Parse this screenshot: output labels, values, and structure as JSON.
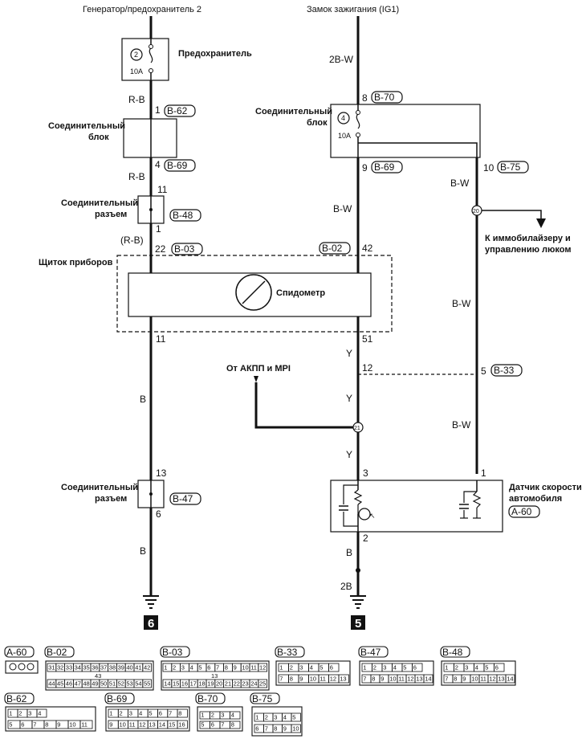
{
  "sources": {
    "left": "Генератор/предохранитель 2",
    "right": "Замок зажигания (IG1)"
  },
  "fuse_left": {
    "num": "2",
    "rating": "10A",
    "label": "Предохранитель"
  },
  "fuse_right": {
    "num": "4",
    "rating": "10A"
  },
  "junction_block_left": {
    "label_line1": "Соединительный",
    "label_line2": "блок"
  },
  "junction_block_right": {
    "label_line1": "Соединительный",
    "label_line2": "блок"
  },
  "connector_left": {
    "label_line1": "Соединительный",
    "label_line2": "разъем"
  },
  "connector_bottom": {
    "label_line1": "Соединительный",
    "label_line2": "разъем"
  },
  "instrument_panel": {
    "label": "Щиток приборов",
    "speedometer": "Спидометр"
  },
  "sensor": {
    "label_line1": "Датчик скорости",
    "label_line2": "автомобиля",
    "connector": "A-60"
  },
  "notes": {
    "immobilizer_line1": "К иммобилайзеру и",
    "immobilizer_line2": "управлению люком",
    "from_akpp": "От АКПП и MPI"
  },
  "wires": {
    "rb1": "R-B",
    "rb2": "R-B",
    "rb3": "(R-B)",
    "bw1": "2B-W",
    "bw2": "B-W",
    "bw3": "B-W",
    "bw4": "B-W",
    "bw5": "B-W",
    "b1": "B",
    "b2": "B",
    "b3": "B",
    "b4": "2B",
    "y1": "Y",
    "y2": "Y",
    "y3": "Y"
  },
  "pins": {
    "p1": "1",
    "p4": "4",
    "p11a": "11",
    "p1b": "1",
    "p22": "22",
    "p11c": "11",
    "p13": "13",
    "p6": "6",
    "p8": "8",
    "p9": "9",
    "p10": "10",
    "p42": "42",
    "p51": "51",
    "p12": "12",
    "p5": "5",
    "p3": "3",
    "p1c": "1",
    "p2": "2"
  },
  "tags": {
    "b62": "B-62",
    "b69a": "B-69",
    "b48": "B-48",
    "b03": "B-03",
    "b70": "B-70",
    "b69b": "B-69",
    "b75": "B-75",
    "b02": "B-02",
    "b33": "B-33",
    "b47": "B-47",
    "a60": "A-60"
  },
  "junction_points": {
    "j20": "20",
    "j21": "21"
  },
  "grounds": {
    "g6": "6",
    "g5": "5"
  },
  "legend": {
    "a60": "A-60",
    "b02": "B-02",
    "b03": "B-03",
    "b33": "B-33",
    "b47": "B-47",
    "b48": "B-48",
    "b62": "B-62",
    "b69": "B-69",
    "b70": "B-70",
    "b75": "B-75"
  },
  "connector_cells": {
    "b02_row1": [
      "31",
      "32",
      "33",
      "34",
      "35",
      "36",
      "37",
      "38",
      "39",
      "40",
      "41",
      "42"
    ],
    "b02_mid": "43",
    "b02_row2": [
      "44",
      "45",
      "46",
      "47",
      "48",
      "49",
      "50",
      "51",
      "52",
      "53",
      "54",
      "55"
    ],
    "b03_row1": [
      "1",
      "2",
      "3",
      "4",
      "5",
      "6",
      "7",
      "8",
      "9",
      "10",
      "11",
      "12"
    ],
    "b03_mid": "13",
    "b03_row2": [
      "14",
      "15",
      "16",
      "17",
      "18",
      "19",
      "20",
      "21",
      "22",
      "23",
      "24",
      "25"
    ],
    "b33_row1": [
      "1",
      "2",
      "3",
      "4",
      "5",
      "6"
    ],
    "b33_row2": [
      "7",
      "8",
      "9",
      "10",
      "11",
      "12",
      "13"
    ],
    "b47_row1": [
      "1",
      "2",
      "3",
      "4",
      "5",
      "6"
    ],
    "b47_row2": [
      "7",
      "8",
      "9",
      "10",
      "11",
      "12",
      "13",
      "14"
    ],
    "b48_row1": [
      "1",
      "2",
      "3",
      "4",
      "5",
      "6"
    ],
    "b48_row2": [
      "7",
      "8",
      "9",
      "10",
      "11",
      "12",
      "13",
      "14"
    ],
    "b62_row1": [
      "1",
      "2",
      "3",
      "4"
    ],
    "b62_row2": [
      "5",
      "6",
      "7",
      "8",
      "9",
      "10",
      "11"
    ],
    "b69_row1": [
      "1",
      "2",
      "3",
      "4",
      "5",
      "6",
      "7",
      "8"
    ],
    "b69_row2": [
      "9",
      "10",
      "11",
      "12",
      "13",
      "14",
      "15",
      "16"
    ],
    "b70_row1": [
      "1",
      "2",
      "3",
      "4"
    ],
    "b70_row2": [
      "5",
      "6",
      "7",
      "8"
    ],
    "b75_row1": [
      "1",
      "2",
      "3",
      "4",
      "5"
    ],
    "b75_row2": [
      "6",
      "7",
      "8",
      "9",
      "10"
    ]
  }
}
